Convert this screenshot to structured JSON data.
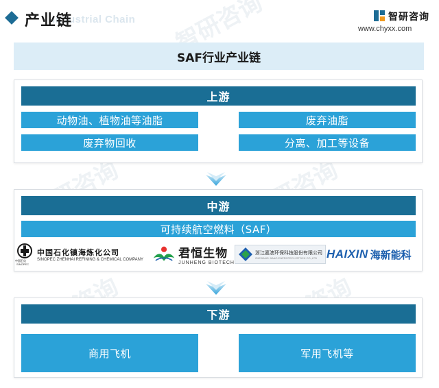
{
  "header": {
    "title": "产业链",
    "ghost_text": "Industrial Chain",
    "brand_name": "智研咨询",
    "brand_url": "www.chyxx.com"
  },
  "banner": {
    "title": "SAF行业产业链"
  },
  "upstream": {
    "label": "上游",
    "items": [
      "动物油、植物油等油脂",
      "废弃油脂",
      "废弃物回收",
      "分离、加工等设备"
    ]
  },
  "midstream": {
    "label": "中游",
    "product": "可持续航空燃料（SAF）",
    "companies": {
      "sinopec": {
        "cn": "中国石化镇海炼化公司",
        "en": "SINOPEC ZHENHAI REFINING & CHEMICAL COMPANY",
        "badge": "中国石化",
        "badge_en": "SINOPEC"
      },
      "junheng": {
        "cn": "君恒生物",
        "en": "JUNHENG BIOTECH"
      },
      "zhejiang": {
        "cn": "浙江嘉澳环保科技股份有限公司",
        "en": "ZHEJIANG JIAAO ENPROTECH STOCK CO.,LTD"
      },
      "haixin": {
        "en": "HAIXIN",
        "cn": "海新能科"
      }
    }
  },
  "downstream": {
    "label": "下游",
    "items": [
      "商用飞机",
      "军用飞机等"
    ]
  },
  "watermark": {
    "text": "智研咨询"
  },
  "colors": {
    "dark_bar": "#1a6e95",
    "light_item": "#2ba2d8",
    "banner_bg": "#dcedf7",
    "arrow": "#3aa6dc"
  }
}
